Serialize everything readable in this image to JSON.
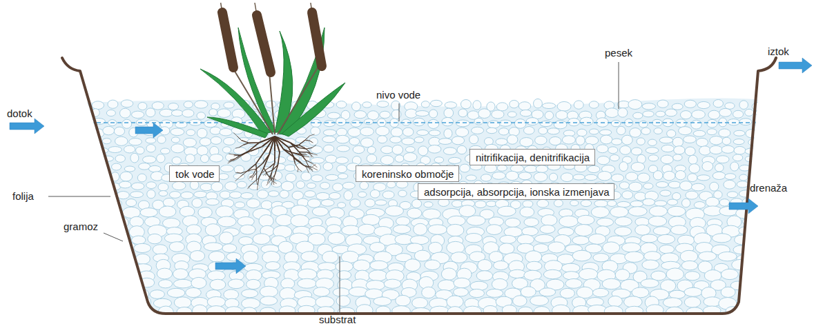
{
  "diagram": {
    "nodes": [
      {
        "text": [
          "nitrifikacija, denitrifikacija"
        ]
      },
      {
        "text": [
          "tok vode"
        ]
      },
      {
        "text": [
          "koreninsko območje"
        ]
      },
      {
        "text": [
          "adsorpcija, absorpcija, ionska izmenjava"
        ]
      }
    ],
    "labels": [
      "dotok",
      "nivo vode",
      "pesek",
      "iztok",
      "folija",
      "drenaža",
      "gramoz",
      "substrat"
    ]
  }
}
